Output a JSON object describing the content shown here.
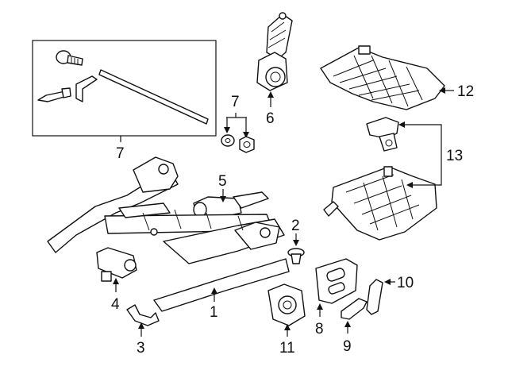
{
  "callouts": {
    "c1": "1",
    "c2": "2",
    "c3": "3",
    "c4": "4",
    "c5": "5",
    "c6": "6",
    "c7_kit": "7",
    "c7_parts": "7",
    "c8": "8",
    "c9": "9",
    "c10": "10",
    "c11": "11",
    "c12": "12",
    "c13": "13"
  },
  "colors": {
    "line": "#111111",
    "fill": "#ffffff"
  }
}
